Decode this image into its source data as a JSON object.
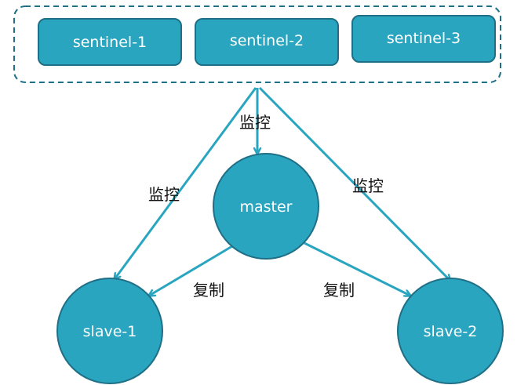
{
  "colors": {
    "node_fill": "#2aa5c0",
    "node_stroke": "#1f6f86",
    "edge": "#2aa5c0",
    "group_border": "#1f6f86",
    "label_text": "#111111",
    "node_text": "#ffffff"
  },
  "sentinel_group": {
    "nodes": [
      {
        "label": "sentinel-1"
      },
      {
        "label": "sentinel-2"
      },
      {
        "label": "sentinel-3"
      }
    ]
  },
  "master": {
    "label": "master"
  },
  "slaves": [
    {
      "label": "slave-1"
    },
    {
      "label": "slave-2"
    }
  ],
  "edges": {
    "monitor_master": "监控",
    "monitor_slave1": "监控",
    "monitor_slave2": "监控",
    "replicate_slave1": "复制",
    "replicate_slave2": "复制"
  }
}
